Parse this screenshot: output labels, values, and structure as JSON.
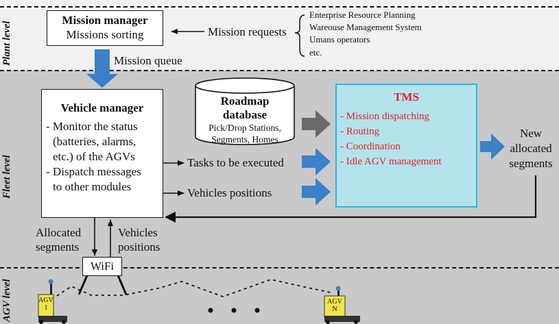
{
  "levels": {
    "plant": "Plant level",
    "fleet": "Fleet level",
    "agv": "AGV level"
  },
  "mission_manager": {
    "title": "Mission manager",
    "subtitle": "Missions sorting"
  },
  "mission_requests": {
    "label": "Mission requests",
    "sources": [
      "Enterprise Resource Planning",
      "Wareouse Management System",
      "Umans operators",
      "etc."
    ]
  },
  "mission_queue": "Mission queue",
  "vehicle_manager": {
    "title": "Vehicle manager",
    "lines": [
      "- Monitor the status",
      "(batteries, alarms,",
      "etc.) of the AGVs",
      "- Dispatch messages",
      "to other modules"
    ]
  },
  "roadmap": {
    "title_line1": "Roadmap",
    "title_line2": "database",
    "details": [
      "Pick/Drop Stations,",
      "Segments, Homes"
    ]
  },
  "tms": {
    "title": "TMS",
    "items": [
      "- Mission dispatching",
      "- Routing",
      "- Coordination",
      "- Idle AGV management"
    ]
  },
  "flows": {
    "tasks": "Tasks to be executed",
    "positions": "Vehicles positions",
    "new_segments": [
      "New",
      "allocated",
      "segments"
    ],
    "allocated_segments": [
      "Allocated",
      "segments"
    ],
    "vehicle_positions": [
      "Vehicles",
      "positions"
    ]
  },
  "wifi": "WiFi",
  "agvs": [
    {
      "label": [
        "AGV",
        "1"
      ]
    },
    {
      "label": [
        "AGV",
        "N"
      ]
    }
  ],
  "colors": {
    "blue_arrow": "#3b80c8",
    "gray_arrow": "#6a6a6a",
    "tms_fill": "#b3e3ea",
    "tms_border": "#2bb5e6",
    "tms_text": "#e8202a",
    "agv_fill": "#f2e24b"
  }
}
